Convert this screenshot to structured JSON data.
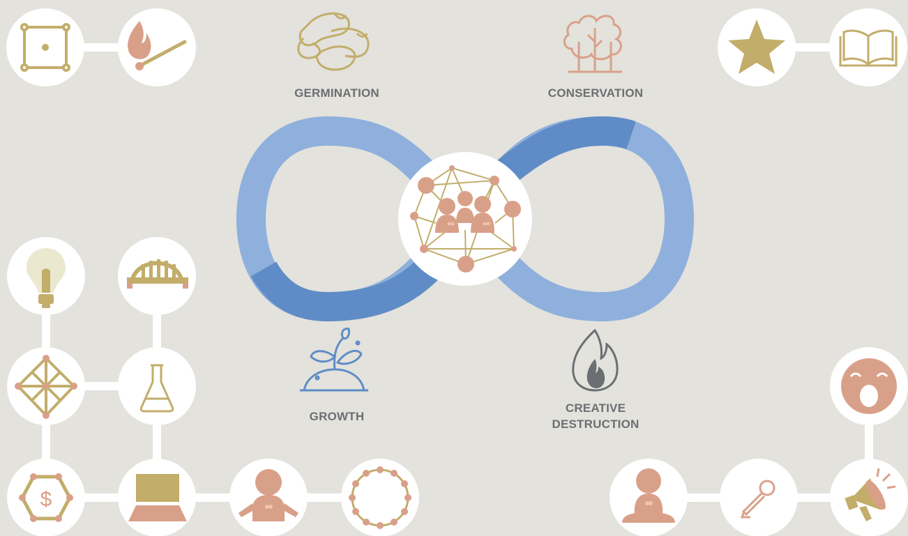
{
  "labels": {
    "germination": "GERMINATION",
    "conservation": "CONSERVATION",
    "growth": "GROWTH",
    "creative_destruction_line1": "CREATIVE",
    "creative_destruction_line2": "DESTRUCTION"
  },
  "colors": {
    "background": "#e3e2dc",
    "loop_light": "#8fb0dc",
    "loop_dark": "#5f8cc6",
    "gold": "#c2ad6a",
    "salmon": "#d9a089",
    "blue_icon": "#5f8cc6",
    "gray_icon": "#6b6f72",
    "circle": "#ffffff"
  },
  "icons": [
    "square-nodes-icon",
    "match-icon",
    "star-icon",
    "book-icon",
    "lightbulb-icon",
    "bridge-icon",
    "octahedron-icon",
    "flask-icon",
    "hexagon-dollar-icon",
    "laptop-icon",
    "person-heart-icon",
    "people-circle-icon",
    "meditating-person-icon",
    "microphone-icon",
    "megaphone-icon",
    "shouting-face-icon",
    "beans-icon",
    "trees-icon",
    "sprout-icon",
    "fire-icon",
    "community-network-icon"
  ]
}
